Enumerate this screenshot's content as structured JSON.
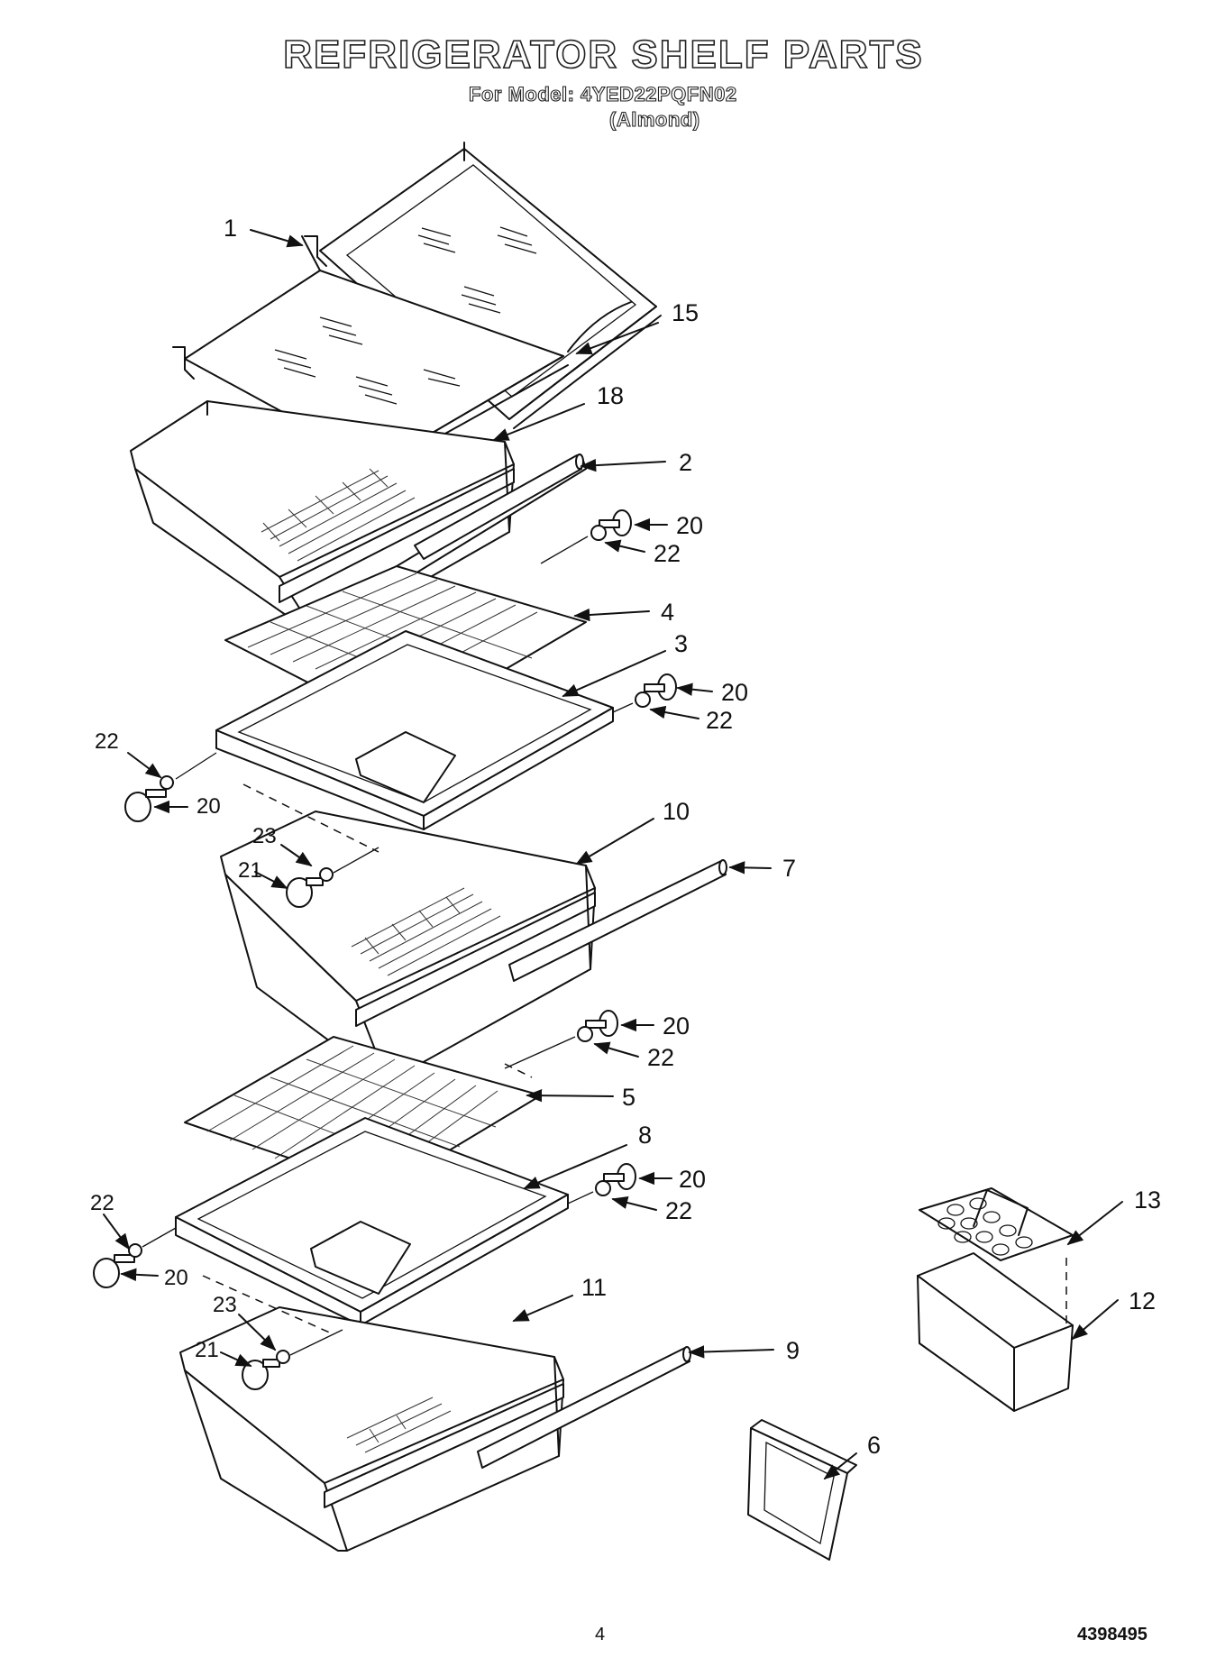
{
  "header": {
    "title": "REFRIGERATOR SHELF PARTS",
    "model_line": "For Model: 4YED22PQFN02",
    "color_line": "(Almond)"
  },
  "footer": {
    "page_number": "4",
    "doc_number": "4398495"
  },
  "callouts": {
    "c1": "1",
    "c15": "15",
    "c18": "18",
    "c2": "2",
    "c20a": "20",
    "c22a": "22",
    "c4": "4",
    "c3": "3",
    "c20b": "20",
    "c22b": "22",
    "c22c": "22",
    "c20c": "20",
    "c23a": "23",
    "c21a": "21",
    "c10": "10",
    "c7": "7",
    "c20d": "20",
    "c22d": "22",
    "c5": "5",
    "c8": "8",
    "c20e": "20",
    "c22e": "22",
    "c22f": "22",
    "c20f": "20",
    "c23b": "23",
    "c21b": "21",
    "c11": "11",
    "c9": "9",
    "c13": "13",
    "c12": "12",
    "c6": "6"
  }
}
